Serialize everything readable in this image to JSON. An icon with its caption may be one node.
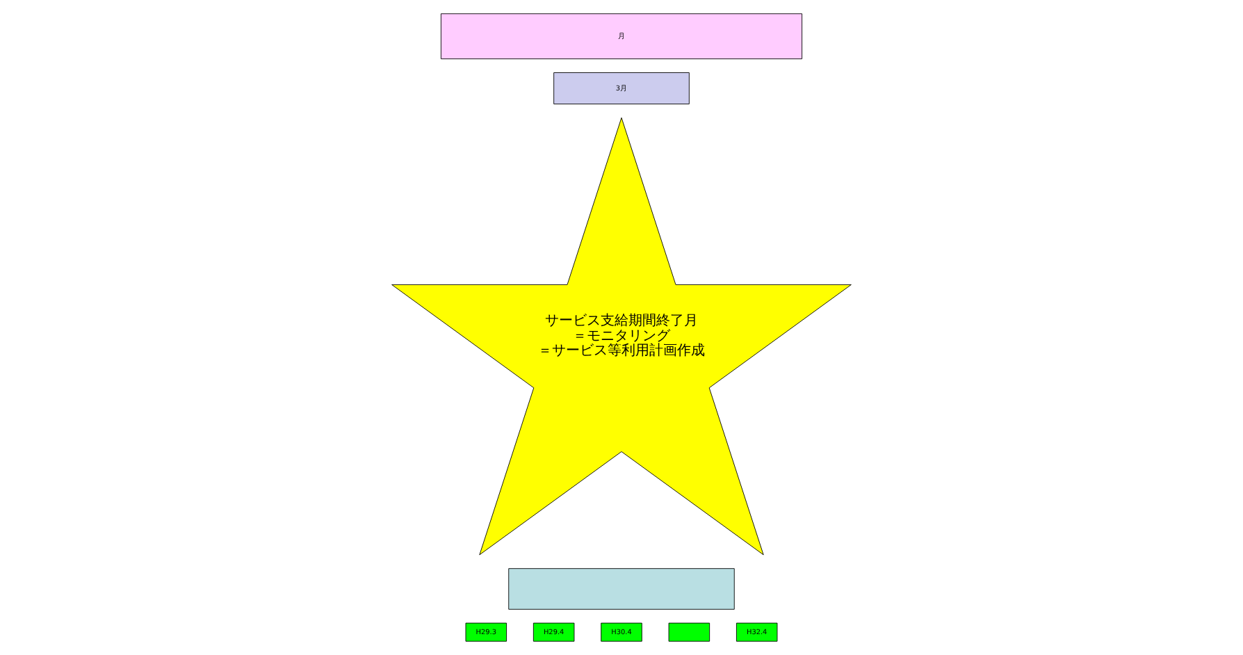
{
  "diagram": {
    "nodes": [
      {
        "text": [
          "月"
        ]
      },
      {
        "text": [
          "3月"
        ]
      },
      {
        "text": [
          "サービス支給期間終了月",
          "＝モニタリング",
          "＝サービス等利用計画作成"
        ]
      },
      {
        "text": [],
        "shape": "box"
      },
      {
        "text": [
          "H29.3"
        ]
      },
      {
        "text": [
          "H29.4"
        ]
      },
      {
        "text": [
          "H30.4"
        ]
      },
      {
        "text": [],
        "shape": "box"
      },
      {
        "text": [
          "H32.4"
        ]
      }
    ]
  }
}
